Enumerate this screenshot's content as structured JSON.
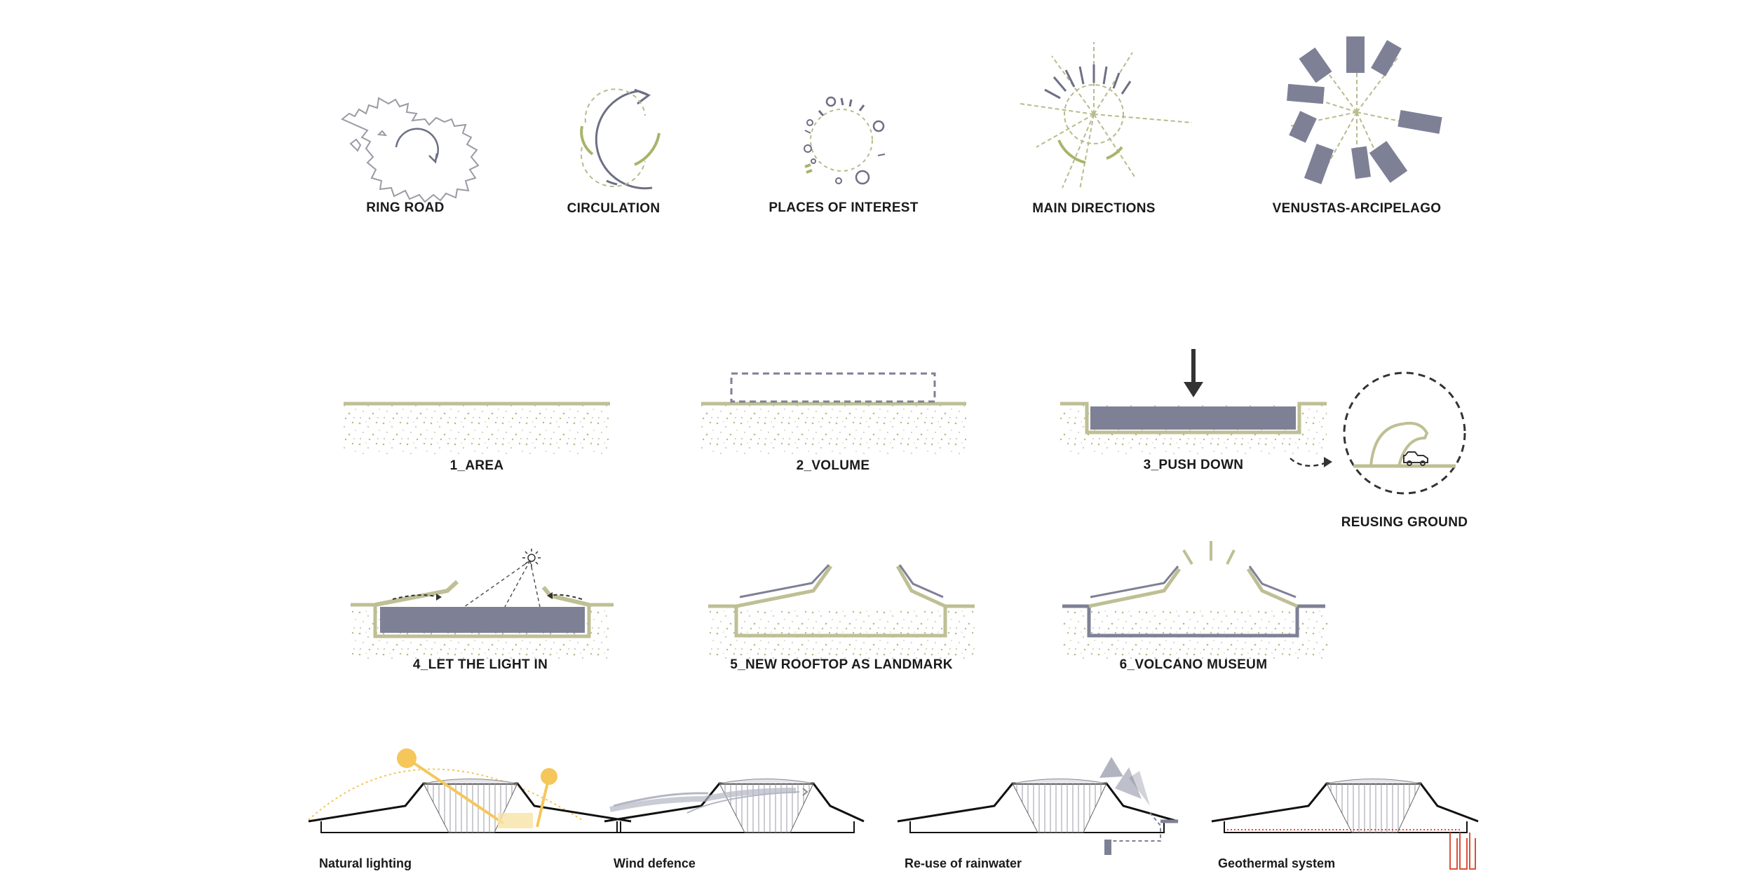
{
  "colors": {
    "olive": "#bfbf95",
    "slate": "#7e8096",
    "sun": "#f5c75a",
    "ink": "#1a1a1a",
    "dot_green": "#b6bd86",
    "dot_grey": "#c9c9b6",
    "rain_red": "#d9513b"
  },
  "concepts": [
    {
      "id": "ring-road",
      "label": "RING ROAD",
      "icon": "island-outline-icon"
    },
    {
      "id": "circulation",
      "label": "CIRCULATION",
      "icon": "circular-arrows-icon"
    },
    {
      "id": "places",
      "label": "PLACES OF INTEREST",
      "icon": "dotted-ring-icon"
    },
    {
      "id": "directions",
      "label": "MAIN DIRECTIONS",
      "icon": "radiating-lines-icon"
    },
    {
      "id": "venustas",
      "label": "VENUSTAS-ARCIPELAGO",
      "icon": "radial-blocks-icon"
    }
  ],
  "steps": [
    {
      "id": "area",
      "label": "1_AREA"
    },
    {
      "id": "volume",
      "label": "2_VOLUME"
    },
    {
      "id": "push",
      "label": "3_PUSH DOWN"
    },
    {
      "id": "light",
      "label": "4_LET THE LIGHT IN"
    },
    {
      "id": "rooftop",
      "label": "5_NEW ROOFTOP AS LANDMARK"
    },
    {
      "id": "museum",
      "label": "6_VOLCANO MUSEUM"
    }
  ],
  "reusing_ground": {
    "label": "REUSING GROUND"
  },
  "strategies": [
    {
      "id": "lighting",
      "label": "Natural lighting"
    },
    {
      "id": "wind",
      "label": "Wind defence"
    },
    {
      "id": "rain",
      "label": "Re-use of rainwater"
    },
    {
      "id": "geo",
      "label": "Geothermal system"
    }
  ]
}
